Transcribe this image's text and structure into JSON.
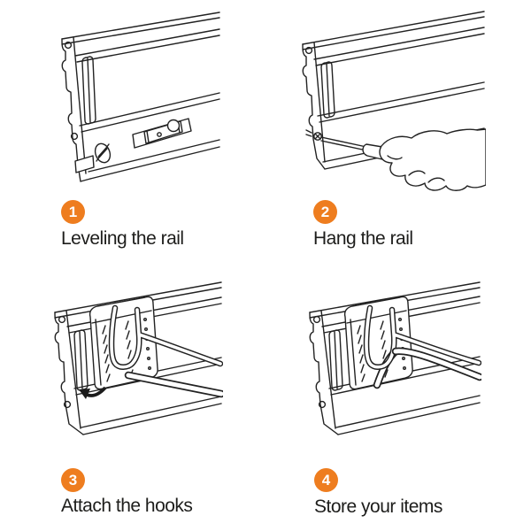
{
  "colors": {
    "accent": "#EE7D1F",
    "line": "#222222",
    "text": "#1D1D1B",
    "background": "#FFFFFF"
  },
  "steps": [
    {
      "number": "1",
      "label": "Leveling the rail"
    },
    {
      "number": "2",
      "label": "Hang the rail"
    },
    {
      "number": "3",
      "label": "Attach the hooks"
    },
    {
      "number": "4",
      "label": "Store your items"
    }
  ]
}
